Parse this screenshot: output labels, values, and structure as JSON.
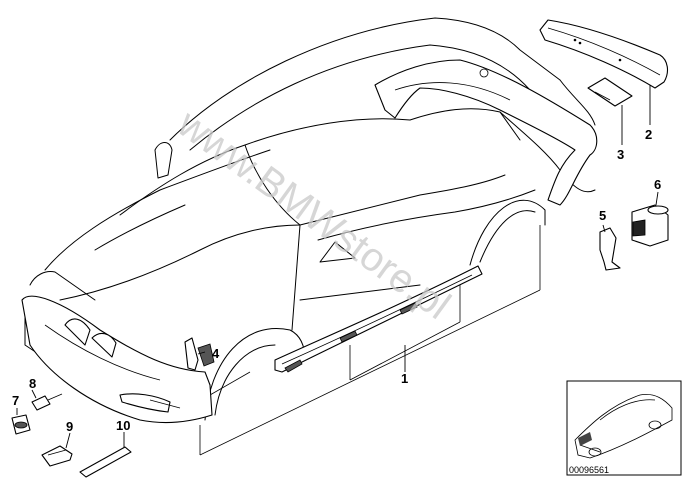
{
  "watermark": "www.BMWstore.pl",
  "diagram_code": "00096561",
  "callouts": {
    "c1": "1",
    "c2": "2",
    "c3": "3",
    "c4": "4",
    "c5": "5",
    "c6": "6",
    "c7": "7",
    "c8": "8",
    "c9": "9",
    "c10": "10"
  }
}
